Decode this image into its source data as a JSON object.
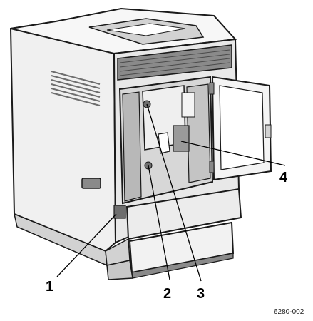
{
  "callouts": [
    {
      "label": "1"
    },
    {
      "label": "2"
    },
    {
      "label": "3"
    },
    {
      "label": "4"
    }
  ],
  "figure_code": "6280-002",
  "colors": {
    "outline": "#1a1a1a",
    "light": "#f4f4f4",
    "mid": "#d2d2d2",
    "dark": "#8a8a8a",
    "vent": "#6e6e6e"
  }
}
